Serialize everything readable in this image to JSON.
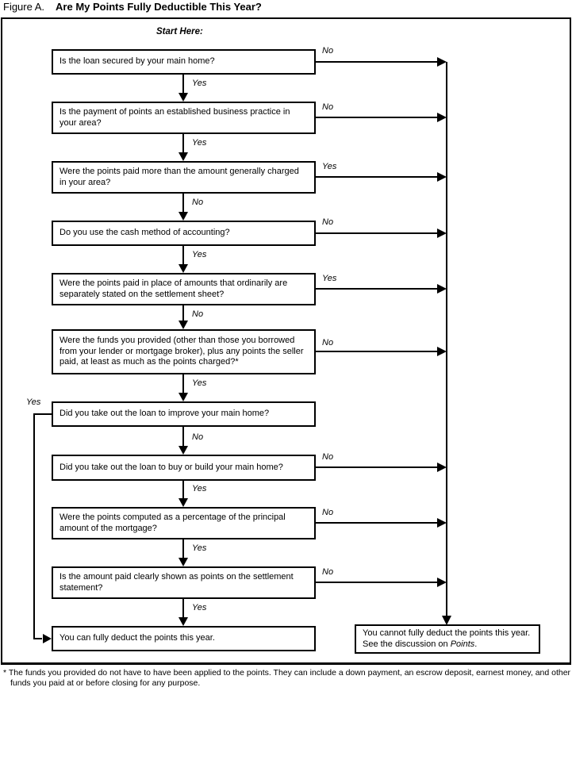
{
  "title": {
    "prefix": "Figure A.",
    "main": "Are My Points Fully Deductible This Year?"
  },
  "start_label": "Start Here:",
  "nodes": [
    {
      "text": "Is the loan secured by your main home?",
      "side_label": "No",
      "down_label": "Yes"
    },
    {
      "text": "Is the payment of points an established business practice in your area?",
      "side_label": "No",
      "down_label": "Yes"
    },
    {
      "text": "Were the points paid more than the amount generally charged in your area?",
      "side_label": "Yes",
      "down_label": "No"
    },
    {
      "text": "Do you use the cash method of accounting?",
      "side_label": "No",
      "down_label": "Yes"
    },
    {
      "text": "Were the points paid in place of amounts that ordinarily are separately stated on the settlement sheet?",
      "side_label": "Yes",
      "down_label": "No"
    },
    {
      "text": "Were the funds you provided (other than those you borrowed from your lender or mortgage broker), plus any points the seller paid, at least as much as the points charged?*",
      "side_label": "No",
      "down_label": "Yes"
    },
    {
      "text": "Did you take out the loan to improve your main home?",
      "side_label": "Yes",
      "down_label": "No"
    },
    {
      "text": "Did you take out the loan to buy or build your main home?",
      "side_label": "No",
      "down_label": "Yes"
    },
    {
      "text": "Were the points computed as a percentage of the principal amount of the mortgage?",
      "side_label": "No",
      "down_label": "Yes"
    },
    {
      "text": "Is the amount paid clearly shown as points on the settlement statement?",
      "side_label": "No",
      "down_label": "Yes"
    }
  ],
  "results": {
    "deduct": "You can fully deduct the points this year.",
    "not_deduct_before": "You cannot fully deduct the points this year. See the discussion on ",
    "not_deduct_italic": "Points",
    "not_deduct_after": "."
  },
  "footnote": "* The funds you provided do not have to have been applied to the points. They can include a down payment, an escrow deposit, earnest money, and other funds you paid at or before closing for any purpose.",
  "colors": {
    "line": "#000000",
    "background": "#ffffff"
  }
}
